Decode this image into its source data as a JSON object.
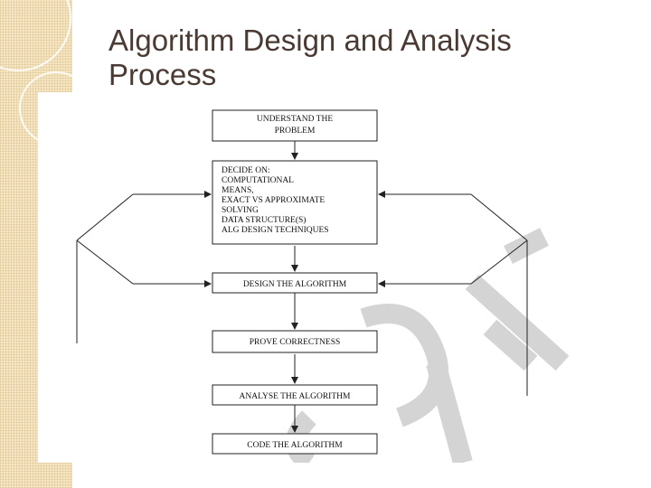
{
  "slide": {
    "title": "Algorithm Design and Analysis Process"
  },
  "flowchart": {
    "understand": [
      "UNDERSTAND THE",
      "PROBLEM"
    ],
    "decide": [
      "DECIDE ON:",
      "COMPUTATIONAL",
      "MEANS,",
      "EXACT VS APPROXIMATE",
      "SOLVING",
      "DATA STRUCTURE(S)",
      "ALG DESIGN TECHNIQUES"
    ],
    "design": "DESIGN THE ALGORITHM",
    "prove": "PROVE CORRECTNESS",
    "analyse": "ANALYSE THE ALGORITHM",
    "code": "CODE THE ALGORITHM"
  },
  "watermark": {
    "text": "SCET",
    "color": "#d0d0d0"
  },
  "colors": {
    "strip": "#f6e6c3",
    "title": "#4a3a33",
    "lines": "#222222"
  }
}
